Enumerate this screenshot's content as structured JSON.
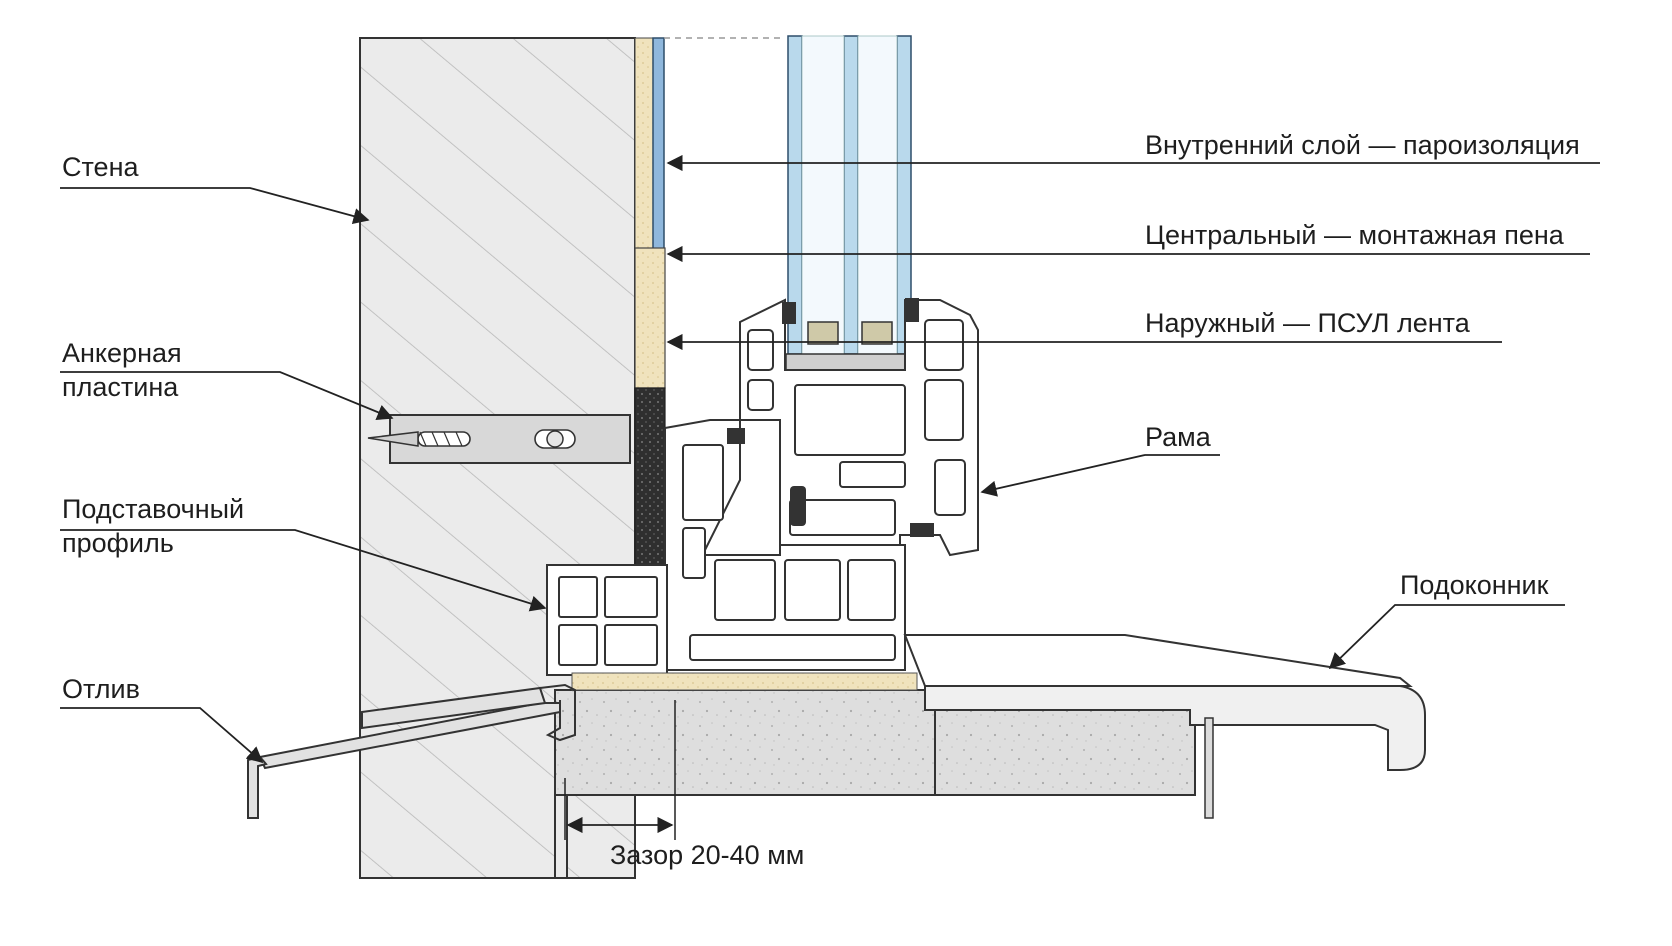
{
  "labels": {
    "wall": "Стена",
    "anchor_plate": [
      "Анкерная",
      "пластина"
    ],
    "support_profile": [
      "Подставочный",
      "профиль"
    ],
    "ebb": "Отлив",
    "inner_layer": "Внутренний слой — пароизоляция",
    "central_layer": "Центральный — монтажная пена",
    "outer_layer": "Наружный — ПСУЛ лента",
    "frame": "Рама",
    "sill": "Подоконник",
    "gap": "Зазор 20-40 мм"
  },
  "colors": {
    "line": "#222222",
    "wall_fill": "#e7e7e7",
    "vapor_barrier": "#8fb7dc",
    "foam": "#f0e3bd",
    "psul_tape": "#3a3a3a",
    "glass": "#b9d9ec",
    "pvc": "#ffffff",
    "metal": "#d5d5d5",
    "concrete": "#dcdcdc"
  }
}
